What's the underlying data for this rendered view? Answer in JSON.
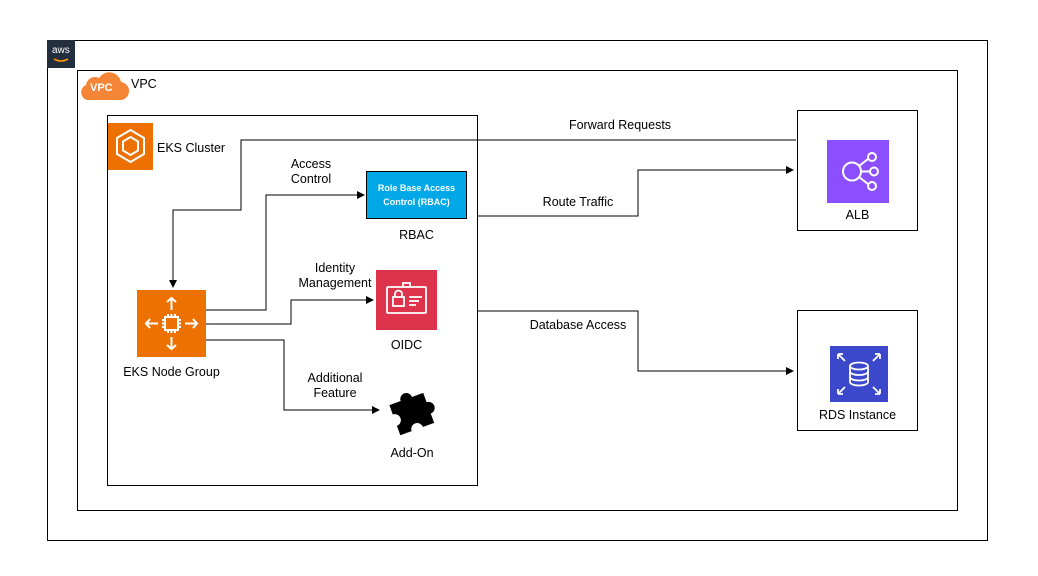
{
  "aws_logo_text": "aws",
  "vpc": {
    "badge": "VPC",
    "label": "VPC"
  },
  "cluster": {
    "label": "EKS Cluster",
    "icon": "eks-icon"
  },
  "nodes": {
    "node_group": {
      "label": "EKS Node Group",
      "icon": "ec2-autoscaling-icon"
    },
    "rbac": {
      "box_text": "Role Base Access Control (RBAC)",
      "label": "RBAC"
    },
    "oidc": {
      "label": "OIDC",
      "icon": "identity-card-icon"
    },
    "addon": {
      "label": "Add-On",
      "icon": "puzzle-piece-icon"
    },
    "alb": {
      "label": "ALB",
      "icon": "load-balancer-icon"
    },
    "rds": {
      "label": "RDS Instance",
      "icon": "database-icon"
    }
  },
  "edges": {
    "forward_requests": "Forward Requests",
    "access_control": "Access\nControl",
    "route_traffic": "Route Traffic",
    "identity_management": "Identity\nManagement",
    "database_access": "Database Access",
    "additional_feature": "Additional\nFeature"
  },
  "colors": {
    "eks_orange": "#ED7100",
    "rbac_blue": "#00A8E8",
    "oidc_red": "#DD344C",
    "alb_purple": "#8C4FFF",
    "rds_blue": "#3B48CC",
    "aws_dark": "#232F3E"
  }
}
